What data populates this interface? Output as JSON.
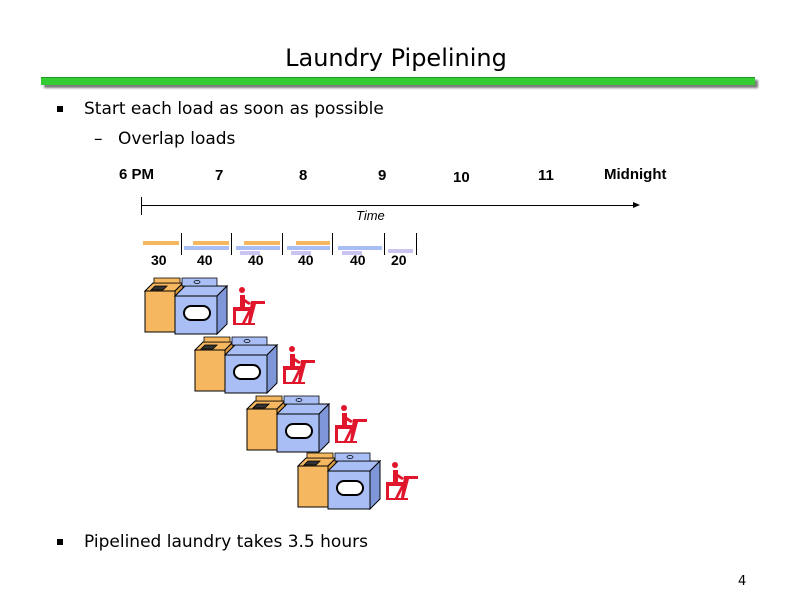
{
  "title": "Laundry Pipelining",
  "bullets": [
    {
      "text": "Start each load as soon as possible",
      "sub": [
        "Overlap loads"
      ]
    },
    {
      "text": "Pipelined laundry takes 3.5 hours"
    }
  ],
  "timeline": {
    "hours": [
      "6 PM",
      "7",
      "8",
      "9",
      "10",
      "11",
      "Midnight"
    ],
    "axis_label": "Time",
    "durations": [
      "30",
      "40",
      "40",
      "40",
      "40",
      "20"
    ]
  },
  "stage_colors": {
    "wash": "#f5b75f",
    "dry": "#a9bef5",
    "fold": "#c9c5f0"
  },
  "page_number": "4"
}
